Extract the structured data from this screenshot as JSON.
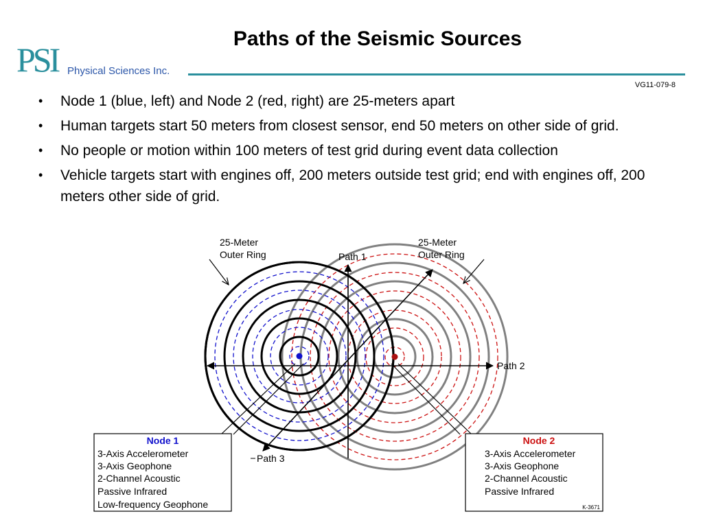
{
  "header": {
    "title": "Paths of the Seismic Sources",
    "logo_mark": "PSI",
    "company": "Physical Sciences Inc.",
    "slide_code": "VG11-079-8"
  },
  "bullets": [
    "Node 1 (blue, left) and Node 2 (red, right) are 25-meters apart",
    "Human targets start 50 meters from closest sensor, end 50 meters on other side of grid.",
    "No people or motion within 100 meters of test grid during event data collection",
    "Vehicle targets start with engines off, 200 meters outside test grid; end with engines off, 200 meters other side of grid."
  ],
  "diagram": {
    "left_ring_label": [
      "25-Meter",
      "Outer Ring"
    ],
    "right_ring_label": [
      "25-Meter",
      "Outer Ring"
    ],
    "path1": "Path 1",
    "path2": "Path 2",
    "path3": "Path 3",
    "node1": {
      "title": "Node 1",
      "sensors": [
        "3-Axis Accelerometer",
        "3-Axis Geophone",
        "2-Channel Acoustic",
        "Passive Infrared",
        "Low-frequency Geophone"
      ]
    },
    "node2": {
      "title": "Node 2",
      "sensors": [
        "3-Axis Accelerometer",
        "3-Axis Geophone",
        "2-Channel Acoustic",
        "Passive Infrared"
      ]
    },
    "figure_code": "K-3671",
    "colors": {
      "node1": "#1010cc",
      "node2": "#cc1010",
      "teal": "#2a8f9d",
      "grey": "#808080"
    }
  }
}
